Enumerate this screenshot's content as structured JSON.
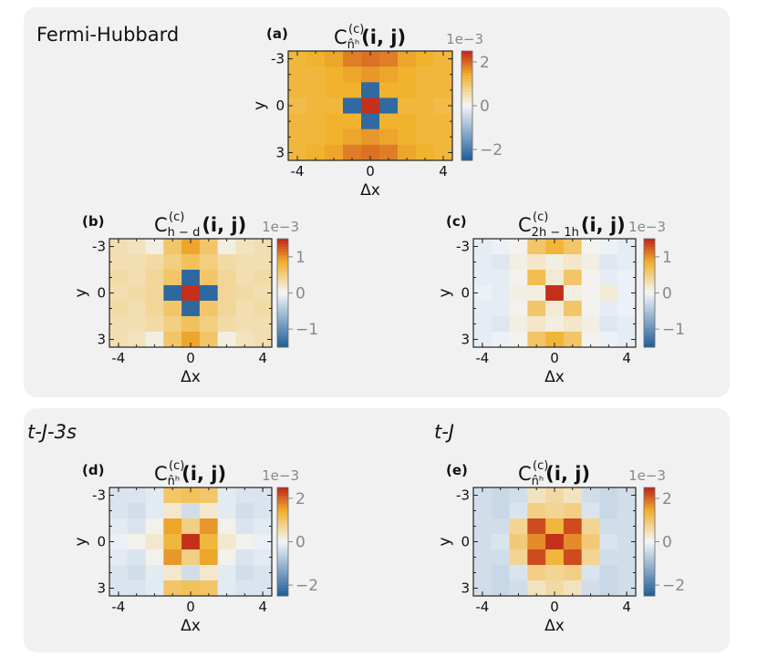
{
  "sections": [
    {
      "label": "Fermi-Hubbard"
    },
    {
      "label": "t-J-3s"
    },
    {
      "label": "t-J"
    }
  ],
  "colors": {
    "neg": "#1f5e99",
    "zero": "#f3f6fa",
    "pos_mid": "#f1b22e",
    "pos": "#c02419",
    "tick_text": "#888888"
  },
  "chart_data": [
    {
      "type": "heatmap",
      "panel_label": "(a)",
      "title_main": "C",
      "title_sup": "(c)",
      "title_sub": "n̂ʰ",
      "title_args": "(i, j)",
      "scale_label": "1e−3",
      "xlabel": "Δx",
      "ylabel": "y",
      "x_ticks": [
        "-4",
        "0",
        "4"
      ],
      "y_ticks": [
        "-3",
        "0",
        "3"
      ],
      "x_range": [
        -4,
        4
      ],
      "y_range": [
        -3,
        3
      ],
      "cbar_range": [
        -2.5,
        2.5
      ],
      "cbar_ticks": [
        "2",
        "0",
        "−2"
      ],
      "values": [
        [
          1.3,
          1.4,
          1.5,
          1.8,
          1.9,
          1.8,
          1.5,
          1.4,
          1.3
        ],
        [
          1.3,
          1.3,
          1.4,
          1.5,
          1.6,
          1.5,
          1.4,
          1.3,
          1.3
        ],
        [
          1.3,
          1.3,
          1.4,
          1.4,
          -2.3,
          1.4,
          1.4,
          1.3,
          1.3
        ],
        [
          1.2,
          1.3,
          1.3,
          -2.3,
          2.4,
          -2.3,
          1.3,
          1.3,
          1.2
        ],
        [
          1.3,
          1.3,
          1.4,
          1.4,
          -2.3,
          1.4,
          1.4,
          1.3,
          1.3
        ],
        [
          1.3,
          1.3,
          1.4,
          1.5,
          1.6,
          1.5,
          1.4,
          1.3,
          1.3
        ],
        [
          1.3,
          1.4,
          1.5,
          1.8,
          1.9,
          1.8,
          1.5,
          1.4,
          1.3
        ]
      ]
    },
    {
      "type": "heatmap",
      "panel_label": "(b)",
      "title_main": "C",
      "title_sup": "(c)",
      "title_sub": "h − d",
      "title_args": "(i, j)",
      "scale_label": "1e−3",
      "xlabel": "Δx",
      "ylabel": "y",
      "x_ticks": [
        "-4",
        "0",
        "4"
      ],
      "y_ticks": [
        "-3",
        "0",
        "3"
      ],
      "x_range": [
        -4,
        4
      ],
      "y_range": [
        -3,
        3
      ],
      "cbar_range": [
        -1.5,
        1.5
      ],
      "cbar_ticks": [
        "1",
        "0",
        "−1"
      ],
      "values": [
        [
          0.3,
          0.25,
          0.1,
          0.6,
          0.9,
          0.6,
          0.1,
          0.25,
          0.3
        ],
        [
          0.3,
          0.3,
          0.35,
          0.5,
          0.65,
          0.5,
          0.35,
          0.3,
          0.3
        ],
        [
          0.35,
          0.3,
          0.4,
          0.6,
          -1.4,
          0.6,
          0.4,
          0.3,
          0.35
        ],
        [
          0.3,
          0.35,
          0.4,
          -1.4,
          1.45,
          -1.4,
          0.4,
          0.35,
          0.3
        ],
        [
          0.35,
          0.3,
          0.4,
          0.6,
          -1.4,
          0.6,
          0.4,
          0.3,
          0.35
        ],
        [
          0.3,
          0.3,
          0.35,
          0.5,
          0.65,
          0.5,
          0.35,
          0.3,
          0.3
        ],
        [
          0.3,
          0.25,
          0.1,
          0.6,
          0.9,
          0.6,
          0.1,
          0.25,
          0.3
        ]
      ]
    },
    {
      "type": "heatmap",
      "panel_label": "(c)",
      "title_main": "C",
      "title_sup": "(c)",
      "title_sub": "2h − 1h",
      "title_args": "(i, j)",
      "scale_label": "1e−3",
      "xlabel": "Δx",
      "ylabel": "y",
      "x_ticks": [
        "-4",
        "0",
        "4"
      ],
      "y_ticks": [
        "-3",
        "0",
        "3"
      ],
      "x_range": [
        -4,
        4
      ],
      "y_range": [
        -3,
        3
      ],
      "cbar_range": [
        -1.5,
        1.5
      ],
      "cbar_ticks": [
        "1",
        "0",
        "−1"
      ],
      "values": [
        [
          -0.1,
          -0.05,
          0.05,
          0.6,
          0.8,
          0.6,
          0.05,
          -0.05,
          -0.1
        ],
        [
          -0.1,
          -0.15,
          0.1,
          0.2,
          0.1,
          0.2,
          0.1,
          -0.15,
          -0.1
        ],
        [
          -0.1,
          -0.1,
          0.05,
          0.7,
          0.15,
          0.6,
          0.05,
          -0.1,
          -0.05
        ],
        [
          -0.05,
          -0.1,
          0.1,
          0.1,
          1.45,
          0.1,
          0.05,
          0.15,
          -0.05
        ],
        [
          -0.1,
          -0.1,
          0.05,
          0.6,
          0.15,
          0.6,
          0.05,
          -0.1,
          -0.05
        ],
        [
          -0.1,
          -0.15,
          0.1,
          0.2,
          0.1,
          0.2,
          0.1,
          -0.15,
          -0.1
        ],
        [
          -0.1,
          -0.05,
          0.05,
          0.6,
          0.8,
          0.6,
          0.05,
          -0.05,
          -0.1
        ]
      ]
    },
    {
      "type": "heatmap",
      "panel_label": "(d)",
      "title_main": "C",
      "title_sup": "(c)",
      "title_sub": "n̂ʰ",
      "title_args": "(i, j)",
      "scale_label": "1e−3",
      "xlabel": "Δx",
      "ylabel": "y",
      "x_ticks": [
        "-4",
        "0",
        "4"
      ],
      "y_ticks": [
        "-3",
        "0",
        "3"
      ],
      "x_range": [
        -4,
        4
      ],
      "y_range": [
        -3,
        3
      ],
      "cbar_range": [
        -2.5,
        2.5
      ],
      "cbar_ticks": [
        "2",
        "0",
        "−2"
      ],
      "values": [
        [
          -0.3,
          -0.3,
          -0.2,
          1.0,
          1.1,
          1.0,
          -0.2,
          -0.3,
          -0.3
        ],
        [
          -0.3,
          -0.4,
          -0.2,
          0.3,
          -0.4,
          0.3,
          -0.2,
          -0.4,
          -0.3
        ],
        [
          -0.2,
          -0.3,
          0.1,
          1.5,
          0.8,
          1.6,
          0.1,
          -0.3,
          -0.2
        ],
        [
          -0.1,
          0.1,
          0.3,
          1.3,
          2.4,
          1.3,
          0.3,
          0.1,
          -0.1
        ],
        [
          -0.2,
          -0.3,
          0.1,
          1.6,
          0.8,
          1.5,
          0.1,
          -0.3,
          -0.2
        ],
        [
          -0.3,
          -0.4,
          -0.2,
          0.3,
          -0.4,
          0.3,
          -0.2,
          -0.4,
          -0.3
        ],
        [
          -0.3,
          -0.3,
          -0.2,
          1.0,
          1.1,
          1.0,
          -0.2,
          -0.3,
          -0.3
        ]
      ]
    },
    {
      "type": "heatmap",
      "panel_label": "(e)",
      "title_main": "C",
      "title_sup": "(c)",
      "title_sub": "n̂ʰ",
      "title_args": "(i, j)",
      "scale_label": "1e−3",
      "xlabel": "Δx",
      "ylabel": "y",
      "x_ticks": [
        "-4",
        "0",
        "4"
      ],
      "y_ticks": [
        "-3",
        "0",
        "3"
      ],
      "x_range": [
        -4,
        4
      ],
      "y_range": [
        -3,
        3
      ],
      "cbar_range": [
        -2.5,
        2.5
      ],
      "cbar_ticks": [
        "2",
        "0",
        "−2"
      ],
      "values": [
        [
          -0.4,
          -0.5,
          -0.4,
          0.4,
          0.6,
          0.4,
          -0.4,
          -0.5,
          -0.4
        ],
        [
          -0.4,
          -0.5,
          -0.3,
          0.8,
          0.7,
          0.8,
          -0.3,
          -0.5,
          -0.4
        ],
        [
          -0.4,
          -0.4,
          0.7,
          2.2,
          1.3,
          2.2,
          0.7,
          -0.4,
          -0.4
        ],
        [
          -0.4,
          -0.3,
          0.9,
          1.7,
          2.4,
          1.7,
          0.9,
          -0.3,
          -0.4
        ],
        [
          -0.4,
          -0.4,
          0.7,
          2.2,
          1.3,
          2.2,
          0.7,
          -0.4,
          -0.4
        ],
        [
          -0.4,
          -0.5,
          -0.3,
          0.8,
          0.7,
          0.8,
          -0.3,
          -0.5,
          -0.4
        ],
        [
          -0.4,
          -0.5,
          -0.4,
          0.4,
          0.6,
          0.4,
          -0.4,
          -0.5,
          -0.4
        ]
      ]
    }
  ]
}
